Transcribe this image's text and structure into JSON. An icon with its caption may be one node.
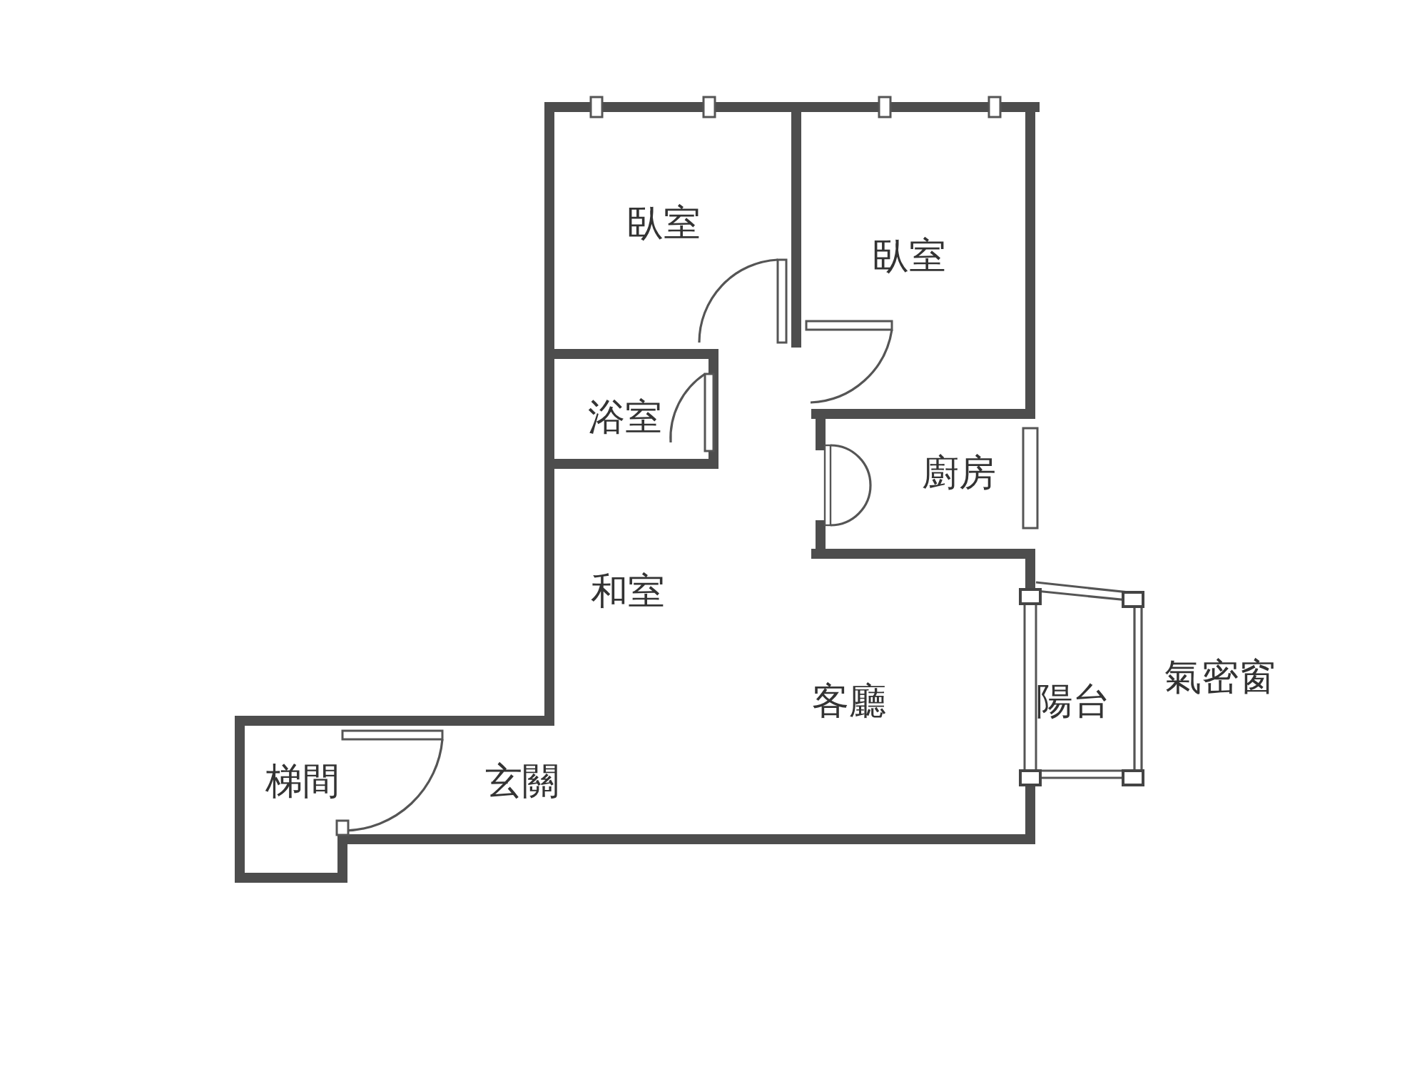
{
  "diagram": {
    "labels": [
      "臥室",
      "臥室",
      "浴室",
      "廚房",
      "和室",
      "客廳",
      "陽台",
      "氣密窗",
      "梯間",
      "玄關"
    ]
  }
}
